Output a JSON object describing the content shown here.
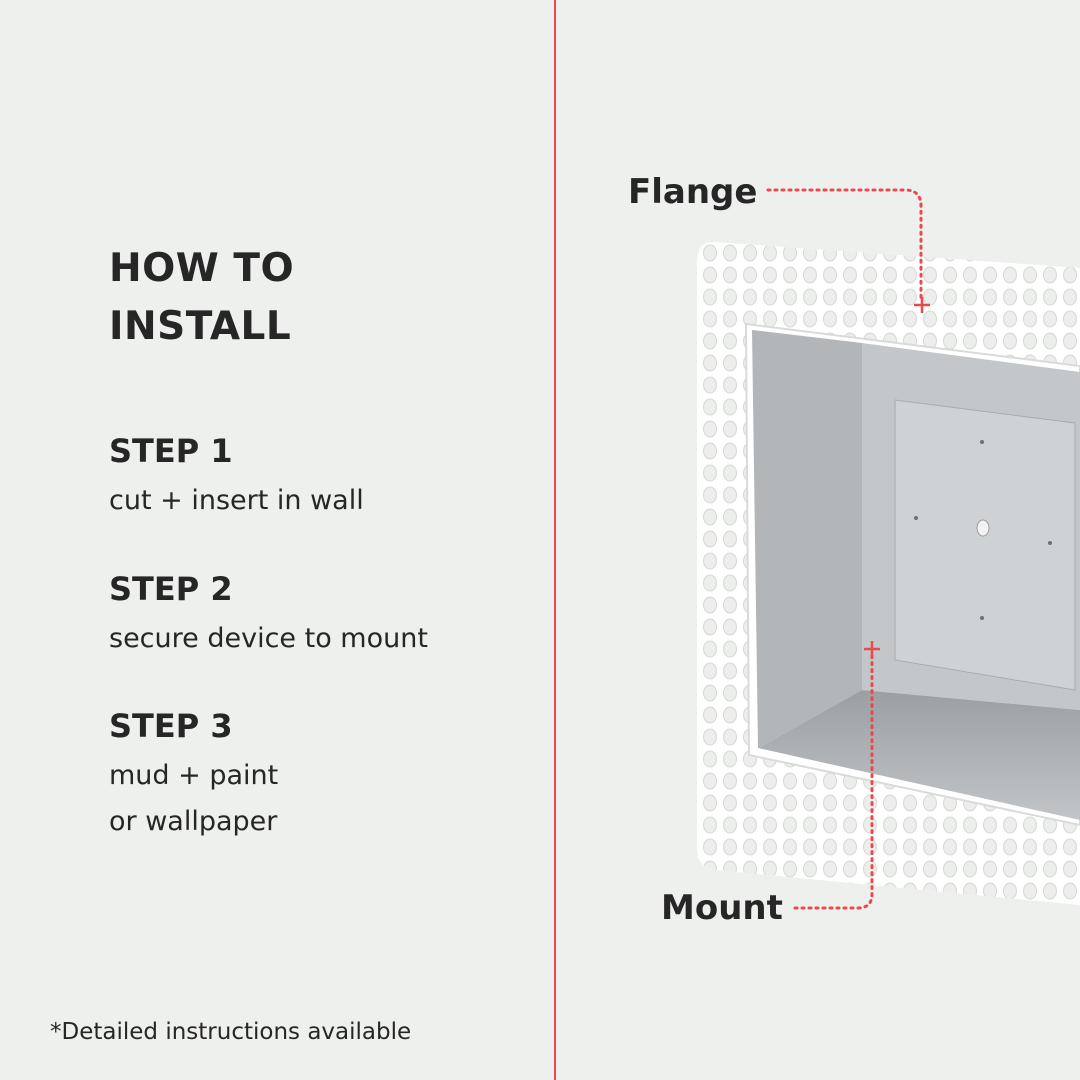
{
  "title_line1": "HOW TO",
  "title_line2": "INSTALL",
  "steps": [
    {
      "head": "STEP 1",
      "lines": [
        "cut + insert in wall"
      ]
    },
    {
      "head": "STEP 2",
      "lines": [
        "secure device to mount"
      ]
    },
    {
      "head": "STEP 3",
      "lines": [
        "mud + paint",
        "or wallpaper"
      ]
    }
  ],
  "footnote": "*Detailed instructions available",
  "labels": {
    "flange": "Flange",
    "mount": "Mount"
  },
  "colors": {
    "accent": "#e84b4b",
    "background": "#eef0ed",
    "text": "#262626"
  }
}
